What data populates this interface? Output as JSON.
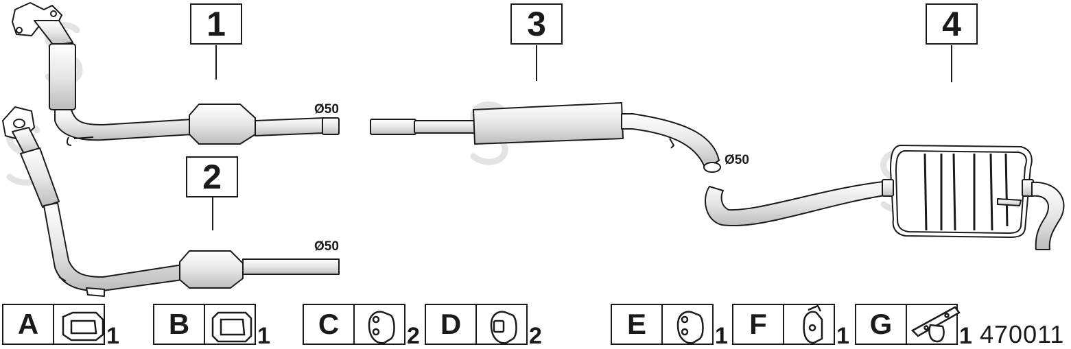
{
  "parts": [
    {
      "number": "1",
      "diameter": "Ø50"
    },
    {
      "number": "2",
      "diameter": "Ø50"
    },
    {
      "number": "3",
      "diameter": "Ø50"
    },
    {
      "number": "4"
    }
  ],
  "accessories": [
    {
      "letter": "A",
      "qty": "1",
      "icon": "gasket-three-hole-icon"
    },
    {
      "letter": "B",
      "qty": "1",
      "icon": "gasket-square-icon"
    },
    {
      "letter": "C",
      "qty": "2",
      "icon": "rubber-hanger-icon"
    },
    {
      "letter": "D",
      "qty": "2",
      "icon": "rubber-hanger-icon"
    },
    {
      "letter": "E",
      "qty": "1",
      "icon": "rubber-hanger-icon"
    },
    {
      "letter": "F",
      "qty": "1",
      "icon": "rubber-mount-icon"
    },
    {
      "letter": "G",
      "qty": "1",
      "icon": "hanger-bracket-icon"
    }
  ],
  "catalog_number": "470011"
}
